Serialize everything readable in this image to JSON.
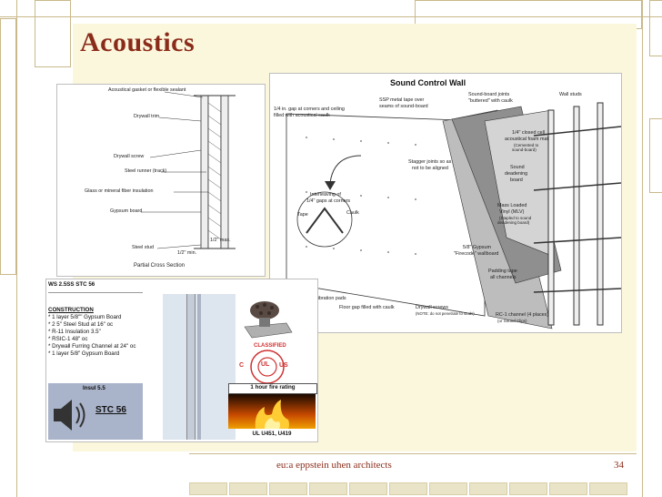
{
  "slide": {
    "title": "Acoustics",
    "footer_text": "eu:a   eppstein uhen architects",
    "page_number": "34"
  },
  "section_diagram": {
    "labels": [
      "Acoustical gasket or flexible sealant",
      "Drywall trim",
      "Drywall screw",
      "Steel runner (track)",
      "Glass or mineral fiber insulation",
      "Gypsum board",
      "Steel stud",
      "1/2\" min.",
      "1/2\" max.",
      "Partial Cross Section"
    ]
  },
  "sound_wall": {
    "title": "Sound Control Wall",
    "labels": [
      "1/4 in. gap at corners and ceiling",
      "filled with acoustical caulk",
      "SSP metal tape over",
      "seams of sound-board",
      "Sound-board joints",
      "\"buttered\" with caulk",
      "Wall studs",
      "1/4\" closed cell",
      "acoustical foam mat",
      "(Cemented to",
      "sound-board)",
      "Stagger joints so as",
      "not to be aligned",
      "Sound",
      "deadening",
      "board",
      "Interleaving of",
      "1/4\" gaps at corners",
      "Tape",
      "Caulk",
      "Mass Loaded",
      "Vinyl (MLV)",
      "(Stapled to sound",
      "deadening board)",
      "5/8\" Gypsum",
      "\"Firecode\" wallboard",
      "Padding tape",
      "all channels",
      "vibration pads",
      "Floor gap filled with caulk",
      "Drywall screws",
      "(NOTE: do not penetrate to studs)",
      "RC-1 channel (4 places)",
      "(or Sound Clips)"
    ]
  },
  "wall_assembly": {
    "header": "WS 2.5SS STC 56",
    "construction_title": "CONSTRUCTION",
    "items": [
      "* 1 layer 5/8\"\" Gypsum Board",
      "* 2 5\" Steel Stud at 16\" oc",
      "* R-11 Insulation 3.5\"",
      "* RSIC-1 48\" oc",
      "* Drywall Furring Channel at 24\" oc",
      "* 1 layer 5/8\" Gypsum Board"
    ],
    "insul_label": "Insul 5.5",
    "stc_label": "STC 56",
    "fire_rating": "1 hour fire rating",
    "ul_listing": "UL U451, U419",
    "classified_text": "CLASSIFIED",
    "ul_text": "UL",
    "c_text": "C",
    "us_text": "US"
  }
}
